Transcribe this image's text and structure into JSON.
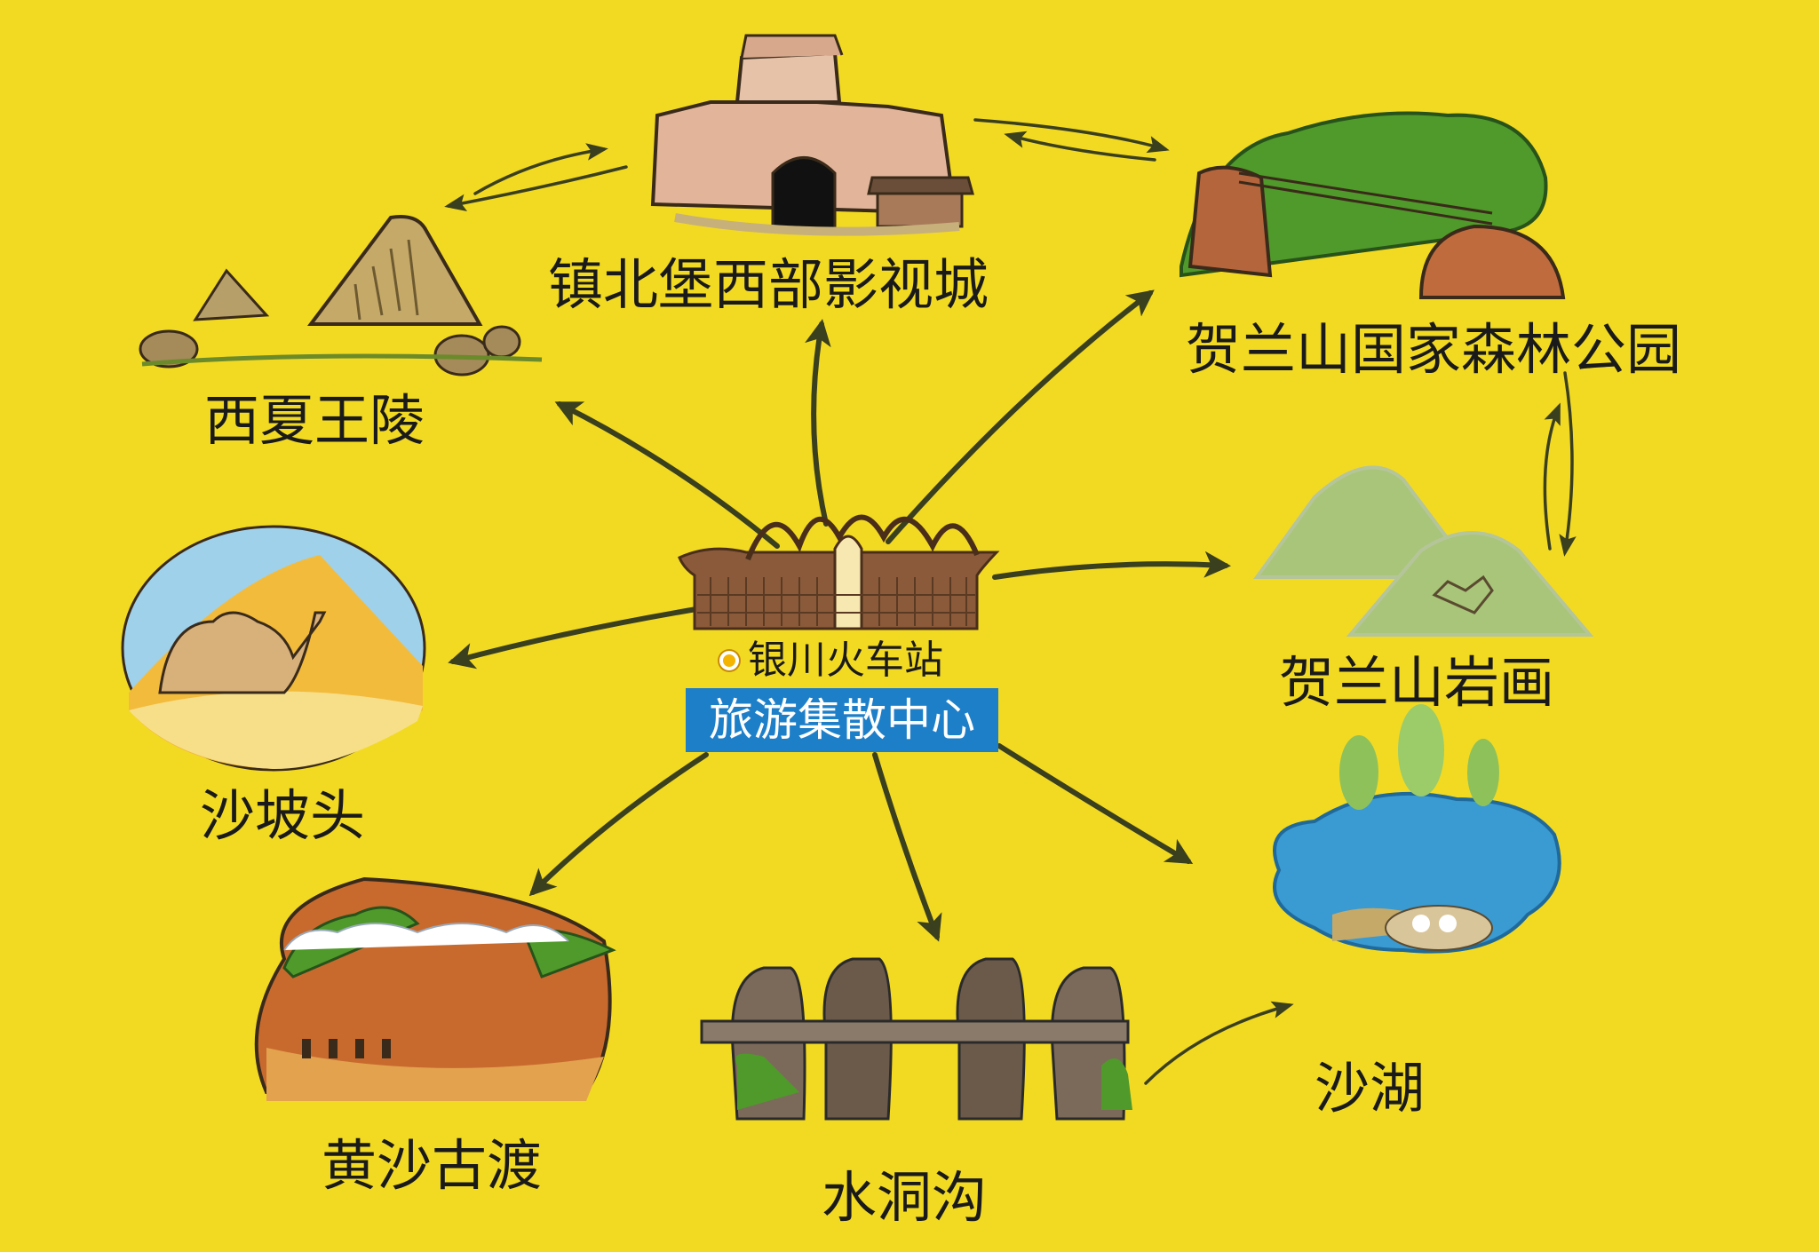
{
  "hub": {
    "station": "银川火车站",
    "center": "旅游集散中心"
  },
  "destinations": {
    "zhenbeibao": "镇北堡西部影视城",
    "xixia": "西夏王陵",
    "helanshan_park": "贺兰山国家森林公园",
    "shapotou": "沙坡头",
    "helanshan_rock": "贺兰山岩画",
    "shahu": "沙湖",
    "huangsha": "黄沙古渡",
    "shuidonggou": "水洞沟"
  },
  "colors": {
    "background": "#f2da22",
    "arrow": "#3a3f1e",
    "hub_label_bg": "#1e7fc9"
  }
}
